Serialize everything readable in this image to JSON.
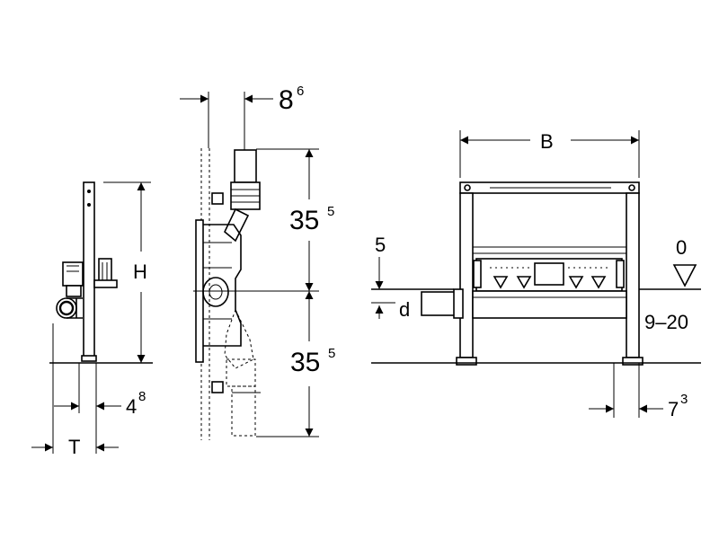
{
  "dimensions": {
    "height_label": "H",
    "depth_label": "T",
    "offset_4_8": {
      "main": "4",
      "sup": "8"
    },
    "offset_8_6": {
      "main": "8",
      "sup": "6"
    },
    "upper_35_5": {
      "main": "35",
      "sup": "5"
    },
    "lower_35_5": {
      "main": "35",
      "sup": "5"
    },
    "width_label": "B",
    "level_5": "5",
    "level_0": "0",
    "diameter_label": "d",
    "range_9_20": "9–20",
    "offset_7_3": {
      "main": "7",
      "sup": "3"
    }
  }
}
